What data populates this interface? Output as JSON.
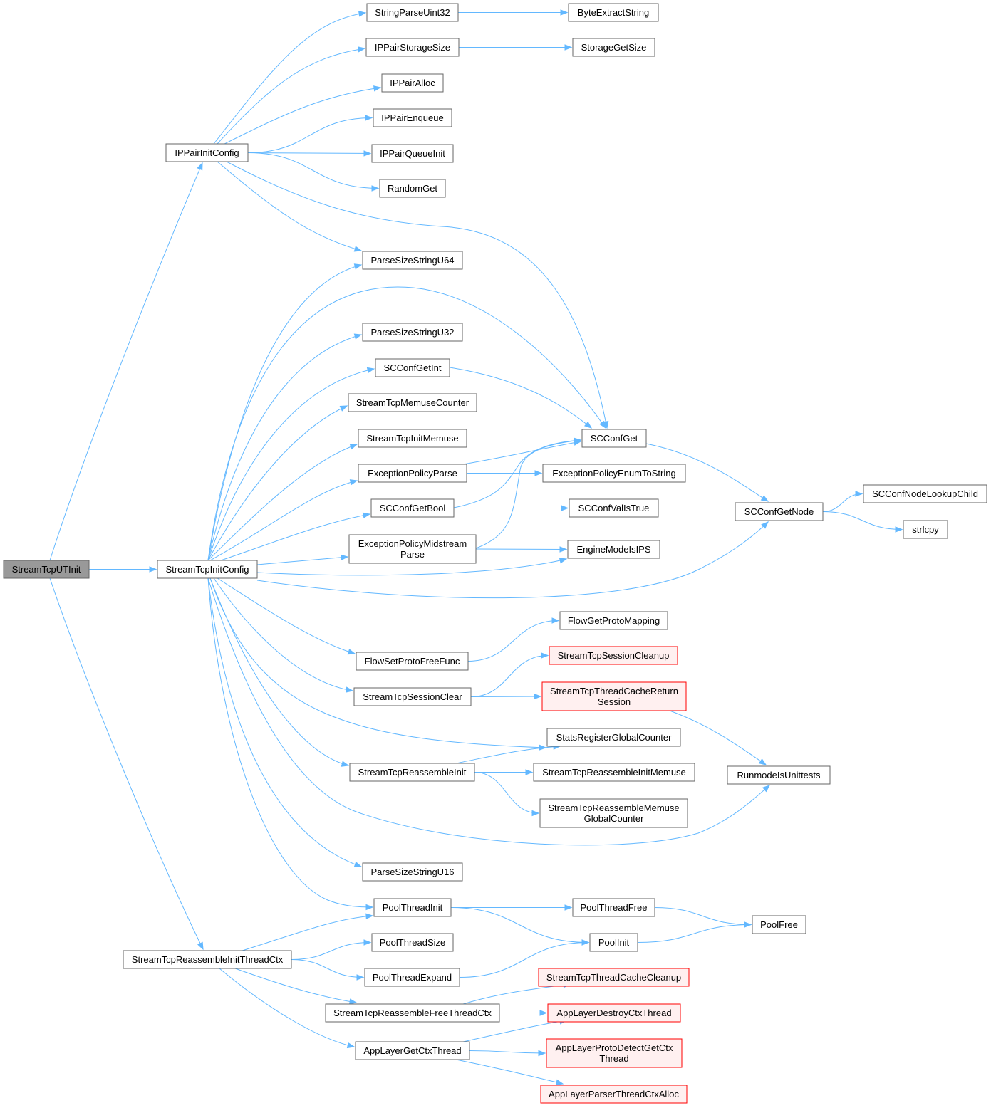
{
  "colors": {
    "edge": "#63b8ff",
    "node_border": "#666666",
    "node_fill": "#ffffff",
    "root_fill": "#999999",
    "truncated_border": "#ff0000",
    "truncated_fill": "#fff0f0"
  },
  "nodes": {
    "root": {
      "label": "StreamTcpUTInit",
      "style": "root"
    },
    "ippairinit": {
      "label": "IPPairInitConfig"
    },
    "sparse32": {
      "label": "StringParseUint32"
    },
    "byteextract": {
      "label": "ByteExtractString"
    },
    "ippairstorage": {
      "label": "IPPairStorageSize"
    },
    "storagegetsize": {
      "label": "StorageGetSize"
    },
    "ippairalloc": {
      "label": "IPPairAlloc"
    },
    "ippairenqueue": {
      "label": "IPPairEnqueue"
    },
    "ippairqueueinit": {
      "label": "IPPairQueueInit"
    },
    "randomget": {
      "label": "RandomGet"
    },
    "psu64": {
      "label": "ParseSizeStringU64"
    },
    "psu32": {
      "label": "ParseSizeStringU32"
    },
    "scconfgetint": {
      "label": "SCConfGetInt"
    },
    "memusecounter": {
      "label": "StreamTcpMemuseCounter"
    },
    "initmemuse": {
      "label": "StreamTcpInitMemuse"
    },
    "scconfget": {
      "label": "SCConfGet"
    },
    "exparse": {
      "label": "ExceptionPolicyParse"
    },
    "exenum": {
      "label": "ExceptionPolicyEnumToString"
    },
    "scconfgetbool": {
      "label": "SCConfGetBool"
    },
    "scconfvalistrue": {
      "label": "SCConfValIsTrue"
    },
    "scconfgetnode": {
      "label": "SCConfGetNode"
    },
    "lookupchild": {
      "label": "SCConfNodeLookupChild"
    },
    "strlcpy": {
      "label": "strlcpy"
    },
    "exmid": {
      "label": "ExceptionPolicyMidstream\nParse"
    },
    "engineips": {
      "label": "EngineModeIsIPS"
    },
    "sinit": {
      "label": "StreamTcpInitConfig"
    },
    "flowgetproto": {
      "label": "FlowGetProtoMapping"
    },
    "flowsetproto": {
      "label": "FlowSetProtoFreeFunc"
    },
    "sessioncleanup": {
      "label": "StreamTcpSessionCleanup",
      "style": "truncated"
    },
    "sessionclear": {
      "label": "StreamTcpSessionClear"
    },
    "threadcachereturn": {
      "label": "StreamTcpThreadCacheReturn\nSession",
      "style": "truncated"
    },
    "statsreg": {
      "label": "StatsRegisterGlobalCounter"
    },
    "reassemblyinit": {
      "label": "StreamTcpReassembleInit"
    },
    "reassemblyinitmemuse": {
      "label": "StreamTcpReassembleInitMemuse"
    },
    "runmodeunittests": {
      "label": "RunmodeIsUnittests"
    },
    "reassemblymemuse": {
      "label": "StreamTcpReassembleMemuse\nGlobalCounter"
    },
    "psu16": {
      "label": "ParseSizeStringU16"
    },
    "poolthreadinit": {
      "label": "PoolThreadInit"
    },
    "poolthreadfree": {
      "label": "PoolThreadFree"
    },
    "poolfree": {
      "label": "PoolFree"
    },
    "poolinit": {
      "label": "PoolInit"
    },
    "poolthreadsize": {
      "label": "PoolThreadSize"
    },
    "reassemblethreadctx": {
      "label": "StreamTcpReassembleInitThreadCtx"
    },
    "poolthreadexpand": {
      "label": "PoolThreadExpand"
    },
    "threadcachecleanup": {
      "label": "StreamTcpThreadCacheCleanup",
      "style": "truncated"
    },
    "freethreadctx": {
      "label": "StreamTcpReassembleFreeThreadCtx"
    },
    "destroyctx": {
      "label": "AppLayerDestroyCtxThread",
      "style": "truncated"
    },
    "getctx": {
      "label": "AppLayerGetCtxThread"
    },
    "protodetect": {
      "label": "AppLayerProtoDetectGetCtx\nThread",
      "style": "truncated"
    },
    "parserctx": {
      "label": "AppLayerParserThreadCtxAlloc",
      "style": "truncated"
    }
  },
  "edges": [
    [
      "root",
      "ippairinit"
    ],
    [
      "root",
      "sinit"
    ],
    [
      "root",
      "reassemblethreadctx"
    ],
    [
      "ippairinit",
      "sparse32"
    ],
    [
      "ippairinit",
      "ippairstorage"
    ],
    [
      "ippairinit",
      "ippairalloc"
    ],
    [
      "ippairinit",
      "ippairenqueue"
    ],
    [
      "ippairinit",
      "ippairqueueinit"
    ],
    [
      "ippairinit",
      "randomget"
    ],
    [
      "ippairinit",
      "psu64"
    ],
    [
      "ippairinit",
      "scconfget"
    ],
    [
      "sparse32",
      "byteextract"
    ],
    [
      "ippairstorage",
      "storagegetsize"
    ],
    [
      "sinit",
      "psu64"
    ],
    [
      "sinit",
      "scconfget"
    ],
    [
      "sinit",
      "psu32"
    ],
    [
      "sinit",
      "scconfgetint"
    ],
    [
      "sinit",
      "memusecounter"
    ],
    [
      "sinit",
      "initmemuse"
    ],
    [
      "sinit",
      "exparse"
    ],
    [
      "sinit",
      "scconfgetbool"
    ],
    [
      "sinit",
      "exmid"
    ],
    [
      "sinit",
      "engineips"
    ],
    [
      "sinit",
      "scconfgetnode"
    ],
    [
      "sinit",
      "flowsetproto"
    ],
    [
      "sinit",
      "sessionclear"
    ],
    [
      "sinit",
      "statsreg"
    ],
    [
      "sinit",
      "reassemblyinit"
    ],
    [
      "sinit",
      "runmodeunittests"
    ],
    [
      "sinit",
      "psu16"
    ],
    [
      "sinit",
      "poolthreadinit"
    ],
    [
      "scconfgetint",
      "scconfget"
    ],
    [
      "exparse",
      "scconfget"
    ],
    [
      "exparse",
      "exenum"
    ],
    [
      "scconfgetbool",
      "scconfget"
    ],
    [
      "scconfgetbool",
      "scconfvalistrue"
    ],
    [
      "exmid",
      "scconfget"
    ],
    [
      "exmid",
      "engineips"
    ],
    [
      "scconfget",
      "scconfgetnode"
    ],
    [
      "scconfgetnode",
      "lookupchild"
    ],
    [
      "scconfgetnode",
      "strlcpy"
    ],
    [
      "flowsetproto",
      "flowgetproto"
    ],
    [
      "sessionclear",
      "sessioncleanup"
    ],
    [
      "sessionclear",
      "threadcachereturn"
    ],
    [
      "threadcachereturn",
      "runmodeunittests"
    ],
    [
      "reassemblyinit",
      "statsreg"
    ],
    [
      "reassemblyinit",
      "reassemblyinitmemuse"
    ],
    [
      "reassemblyinit",
      "reassemblymemuse"
    ],
    [
      "poolthreadinit",
      "poolthreadfree"
    ],
    [
      "poolthreadinit",
      "poolinit"
    ],
    [
      "poolthreadfree",
      "poolfree"
    ],
    [
      "poolinit",
      "poolfree"
    ],
    [
      "reassemblethreadctx",
      "poolthreadinit"
    ],
    [
      "reassemblethreadctx",
      "poolthreadsize"
    ],
    [
      "reassemblethreadctx",
      "poolthreadexpand"
    ],
    [
      "reassemblethreadctx",
      "freethreadctx"
    ],
    [
      "reassemblethreadctx",
      "getctx"
    ],
    [
      "poolthreadexpand",
      "poolinit"
    ],
    [
      "freethreadctx",
      "threadcachecleanup"
    ],
    [
      "freethreadctx",
      "destroyctx"
    ],
    [
      "getctx",
      "destroyctx"
    ],
    [
      "getctx",
      "protodetect"
    ],
    [
      "getctx",
      "parserctx"
    ]
  ]
}
